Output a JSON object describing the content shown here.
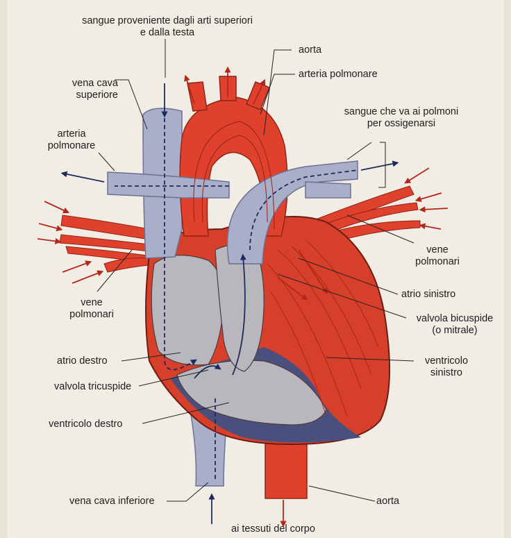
{
  "labels": {
    "top_source_line1": "sangue proveniente dagli arti superiori",
    "top_source_line2": "e dalla testa",
    "aorta_top": "aorta",
    "arteria_polmonare_top": "arteria polmonare",
    "vena_cava_sup_line1": "vena cava",
    "vena_cava_sup_line2": "superiore",
    "lungs_line1": "sangue che va ai polmoni",
    "lungs_line2": "per ossigenarsi",
    "arteria_polmonare_left_line1": "arteria",
    "arteria_polmonare_left_line2": "polmonare",
    "vene_polmonari_right_line1": "vene",
    "vene_polmonari_right_line2": "polmonari",
    "atrio_sinistro": "atrio sinistro",
    "vene_polmonari_left_line1": "vene",
    "vene_polmonari_left_line2": "polmonari",
    "valvola_bicuspide_line1": "valvola bicuspide",
    "valvola_bicuspide_line2": "(o mitrale)",
    "atrio_destro": "atrio destro",
    "ventricolo_sinistro_line1": "ventricolo",
    "ventricolo_sinistro_line2": "sinistro",
    "valvola_tricuspide": "valvola tricuspide",
    "ventricolo_destro": "ventricolo destro",
    "vena_cava_inf": "vena cava inferiore",
    "aorta_bottom": "aorta",
    "tessuti": "ai tessuti del corpo"
  },
  "colors": {
    "vein_blue": "#a9aec9",
    "artery_red": "#e0412c",
    "muscle_red": "#d6402b",
    "interior_gray": "#b7b7bd",
    "dark_blue": "#1f2a5c"
  }
}
